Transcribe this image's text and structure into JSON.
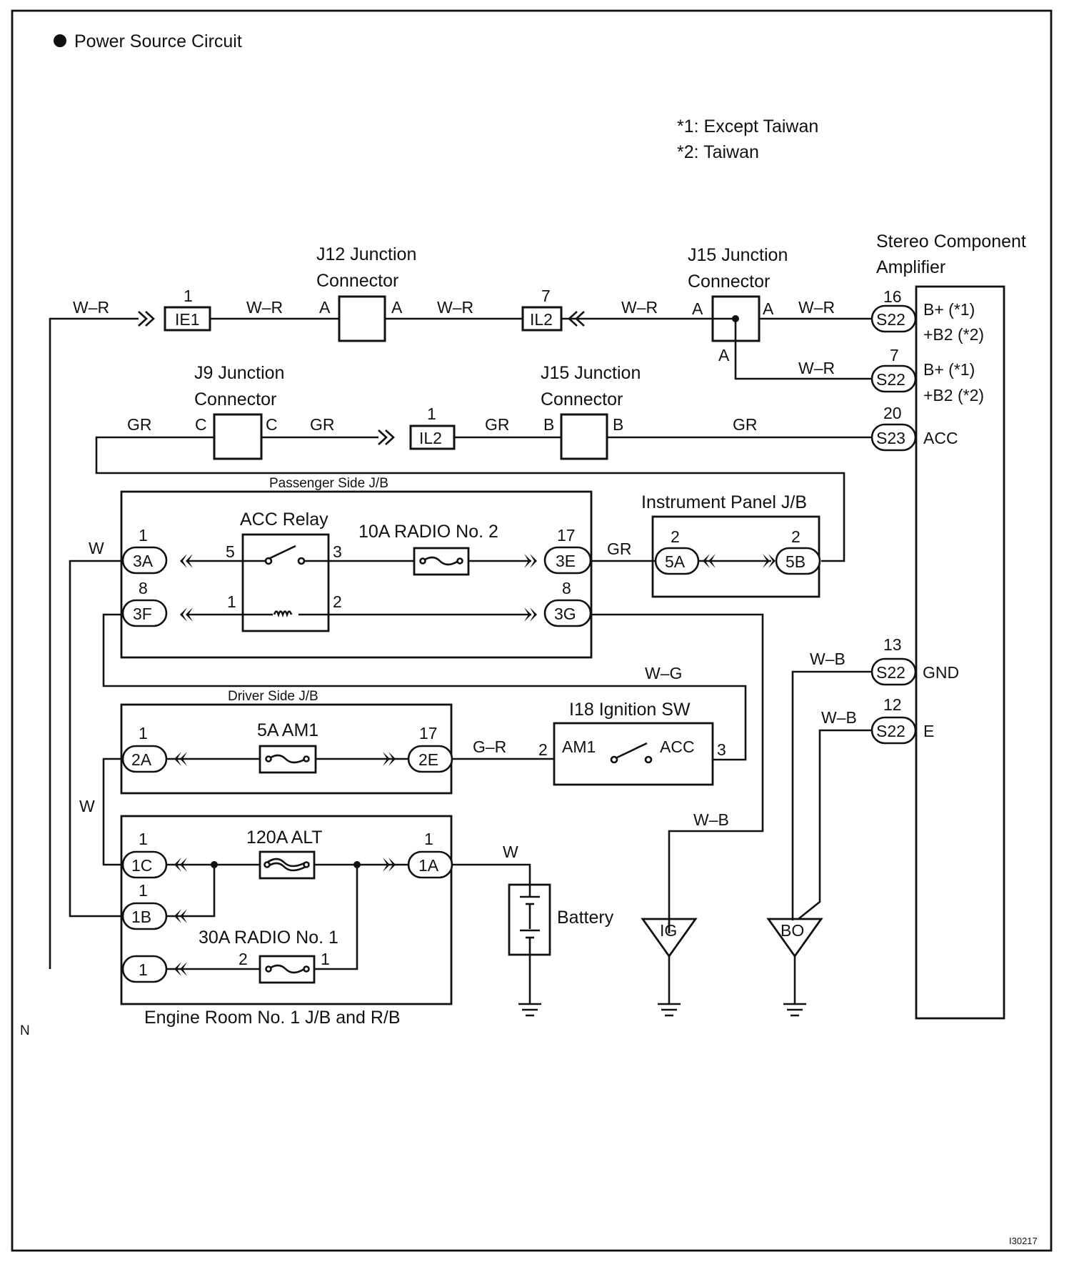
{
  "title": "Power Source Circuit",
  "notes": [
    "*1: Except Taiwan",
    "*2: Taiwan"
  ],
  "figure_id": "I30217",
  "corner_mark": "N",
  "amplifier": {
    "name_line1": "Stereo Component",
    "name_line2": "Amplifier",
    "pins": [
      {
        "pin": "16",
        "connector": "S22",
        "line1": "B+ (*1)",
        "line2": "+B2 (*2)"
      },
      {
        "pin": "7",
        "connector": "S22",
        "line1": "B+ (*1)",
        "line2": "+B2 (*2)"
      },
      {
        "pin": "20",
        "connector": "S23",
        "line1": "ACC"
      },
      {
        "pin": "13",
        "connector": "S22",
        "line1": "GND"
      },
      {
        "pin": "12",
        "connector": "S22",
        "line1": "E"
      }
    ]
  },
  "junction_connectors": {
    "j12": {
      "line1": "J12 Junction",
      "line2": "Connector",
      "left_pin": "A",
      "right_pin": "A"
    },
    "j15_top": {
      "line1": "J15 Junction",
      "line2": "Connector",
      "left_pin": "A",
      "right_pin": "A",
      "bottom_pin": "A"
    },
    "j9": {
      "line1": "J9 Junction",
      "line2": "Connector",
      "left_pin": "C",
      "right_pin": "C"
    },
    "j15_mid": {
      "line1": "J15 Junction",
      "line2": "Connector",
      "left_pin": "B",
      "right_pin": "B"
    }
  },
  "inline_connectors": {
    "ie1": {
      "pin": "1",
      "name": "IE1"
    },
    "il2_top": {
      "pin": "7",
      "name": "IL2"
    },
    "il2_mid": {
      "pin": "1",
      "name": "IL2"
    }
  },
  "wire_colors": {
    "wr": "W–R",
    "gr": "GR",
    "w": "W",
    "wg": "W–G",
    "gr_dash": "G–R",
    "wb": "W–B"
  },
  "passenger_jb": {
    "label": "Passenger Side J/B",
    "relay": "ACC Relay",
    "relay_pins": [
      "5",
      "3",
      "1",
      "2"
    ],
    "fuse": "10A RADIO No. 2",
    "connectors": [
      {
        "pin": "1",
        "name": "3A"
      },
      {
        "pin": "8",
        "name": "3F"
      },
      {
        "pin": "17",
        "name": "3E"
      },
      {
        "pin": "8",
        "name": "3G"
      }
    ]
  },
  "instrument_jb": {
    "label": "Instrument Panel J/B",
    "connectors": [
      {
        "pin": "2",
        "name": "5A"
      },
      {
        "pin": "2",
        "name": "5B"
      }
    ]
  },
  "driver_jb": {
    "label": "Driver Side J/B",
    "fuse": "5A AM1",
    "connectors": [
      {
        "pin": "1",
        "name": "2A"
      },
      {
        "pin": "17",
        "name": "2E"
      }
    ]
  },
  "ignition": {
    "label": "I18 Ignition SW",
    "left_pin": "2",
    "right_pin": "3",
    "left_term": "AM1",
    "right_term": "ACC"
  },
  "engine_jb": {
    "label": "Engine Room No. 1 J/B and R/B",
    "fuse_alt": "120A ALT",
    "fuse_radio": "30A RADIO No. 1",
    "fuse_radio_pins": [
      "2",
      "1"
    ],
    "connectors": [
      {
        "pin": "1",
        "name": "1C"
      },
      {
        "pin": "1",
        "name": "1B"
      },
      {
        "pin": "",
        "name": "1"
      },
      {
        "pin": "1",
        "name": "1A"
      }
    ]
  },
  "battery": "Battery",
  "grounds": [
    "IG",
    "BO"
  ]
}
